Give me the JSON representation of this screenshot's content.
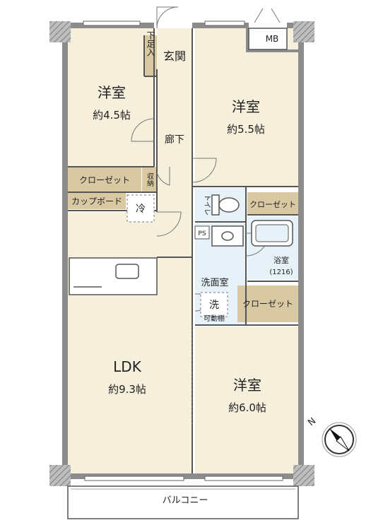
{
  "rooms": {
    "western1_name": "洋室",
    "western1_size": "約4.5帖",
    "western2_name": "洋室",
    "western2_size": "約5.5帖",
    "western3_name": "洋室",
    "western3_size": "約6.0帖",
    "ldk_name": "LDK",
    "ldk_size": "約9.3帖",
    "entrance": "玄関",
    "hallway": "廊下",
    "washroom": "洗面室",
    "bathroom": "浴室",
    "bathroom_size": "(1216)",
    "toilet": "トイレ",
    "balcony": "バルコニー"
  },
  "storage": {
    "shoe_box": "下足入",
    "closet_w1": "クローゼット",
    "closet_w2": "クローゼット",
    "closet_w3": "クローゼット",
    "storage_small": "収納",
    "cupboard": "カップボード",
    "fridge": "冷",
    "washer": "洗",
    "movable_shelf": "可動棚",
    "ps": "PS",
    "mb": "MB"
  },
  "compass": {
    "north_label": "N"
  },
  "colors": {
    "room_fill": "#f5efdc",
    "wet_fill": "#e6f1f8",
    "wall": "#8c8c8c",
    "closet_fill": "#d8c9a3",
    "line": "#555555"
  }
}
